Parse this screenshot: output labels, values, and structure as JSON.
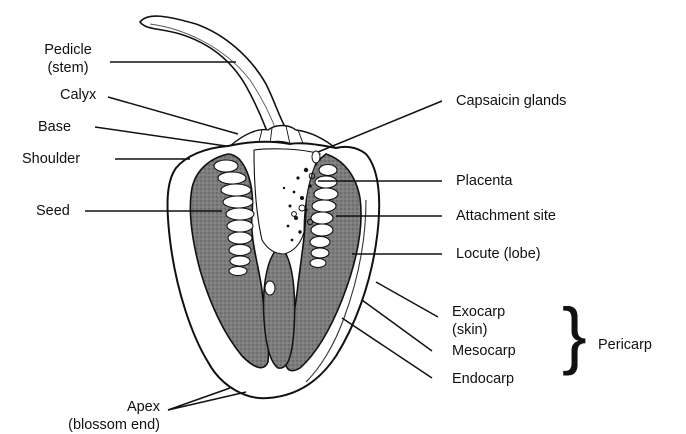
{
  "labels": {
    "pedicle": [
      "Pedicle",
      "(stem)"
    ],
    "calyx": "Calyx",
    "base": "Base",
    "shoulder": "Shoulder",
    "seed": "Seed",
    "capsaicin_glands": "Capsaicin glands",
    "placenta": "Placenta",
    "attachment_site": "Attachment site",
    "locule": "Locute (lobe)",
    "exocarp": [
      "Exocarp",
      "(skin)"
    ],
    "mesocarp": "Mesocarp",
    "endocarp": "Endocarp",
    "pericarp": "Pericarp",
    "apex": [
      "Apex",
      "(blossom end)"
    ]
  },
  "colors": {
    "ink": "#111111",
    "locule_fill": "#7d7d7d",
    "flesh_fill": "#ffffff"
  },
  "brace_glyph": "}"
}
